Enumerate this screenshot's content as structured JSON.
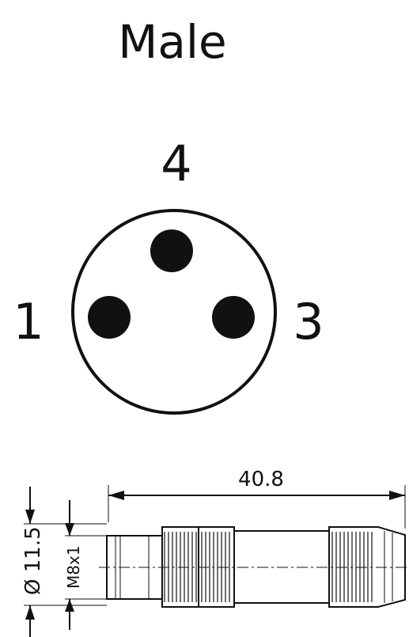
{
  "title": "Male",
  "pins": {
    "top": "4",
    "left": "1",
    "right": "3"
  },
  "dimensions": {
    "length": "40.8",
    "diameter": "Ø 11.5",
    "thread": "M8x1"
  },
  "colors": {
    "ink": "#111111",
    "background": "#ffffff"
  }
}
